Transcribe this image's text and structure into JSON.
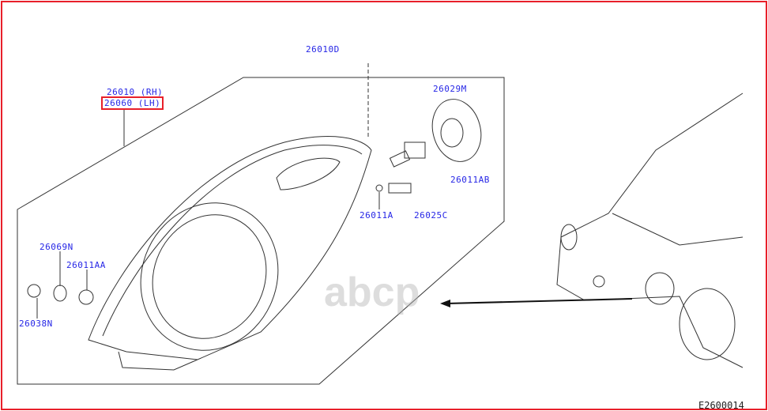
{
  "diagram_code": "E2600014",
  "watermark": "abcp",
  "labels": {
    "screw": "26010D",
    "cap": "26029M",
    "rh": "26010 (RH)",
    "lh": "26060 (LH)",
    "bulb_main": "26011AB",
    "bulb_small": "26011A",
    "socket": "26025C",
    "seal": "26069N",
    "bulb_side": "26011AA",
    "socket_side": "26038N"
  },
  "colors": {
    "label": "#2626e6",
    "highlight": "#e8202a"
  }
}
